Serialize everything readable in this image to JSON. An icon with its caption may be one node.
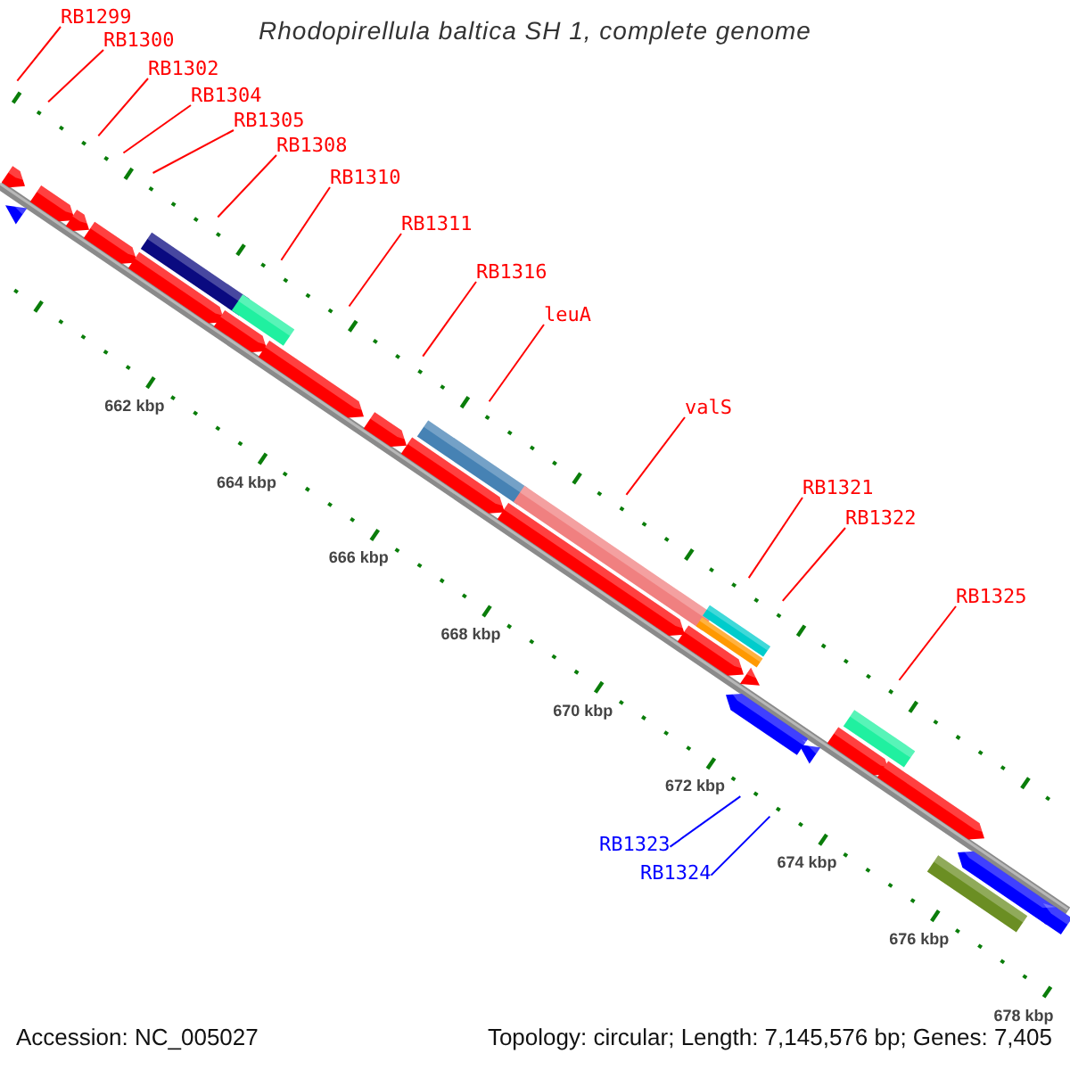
{
  "diagram": {
    "title": "Rhodopirellula baltica SH 1, complete genome",
    "nodes": [
      {
        "text": [
          "RB1299"
        ]
      },
      {
        "text": [
          "RB1300"
        ]
      },
      {
        "text": [
          "RB1302"
        ]
      },
      {
        "text": [
          "RB1304"
        ]
      },
      {
        "text": [
          "RB1305"
        ]
      },
      {
        "text": [
          "RB1308"
        ]
      },
      {
        "text": [
          "RB1310"
        ]
      },
      {
        "text": [
          "RB1311"
        ]
      },
      {
        "text": [
          "RB1316"
        ]
      },
      {
        "text": [
          "leuA"
        ]
      },
      {
        "text": [
          "valS"
        ]
      },
      {
        "text": [
          "RB1321"
        ]
      },
      {
        "text": [
          "RB1322"
        ]
      },
      {
        "text": [
          "RB1325"
        ]
      },
      {
        "text": [
          "RB1323"
        ]
      },
      {
        "text": [
          "RB1324"
        ]
      }
    ],
    "edges": [
      {
        "from": 0,
        "to": null,
        "arrow": "none"
      },
      {
        "from": 1,
        "to": null,
        "arrow": "none"
      },
      {
        "from": 2,
        "to": null,
        "arrow": "none"
      },
      {
        "from": 3,
        "to": null,
        "arrow": "none"
      },
      {
        "from": 4,
        "to": null,
        "arrow": "none"
      },
      {
        "from": 5,
        "to": null,
        "arrow": "none"
      },
      {
        "from": 6,
        "to": null,
        "arrow": "none"
      },
      {
        "from": 7,
        "to": null,
        "arrow": "none"
      },
      {
        "from": 8,
        "to": null,
        "arrow": "none"
      },
      {
        "from": 9,
        "to": null,
        "arrow": "none"
      },
      {
        "from": 10,
        "to": null,
        "arrow": "none"
      },
      {
        "from": 11,
        "to": null,
        "arrow": "none"
      },
      {
        "from": 12,
        "to": null,
        "arrow": "none"
      },
      {
        "from": 13,
        "to": null,
        "arrow": "none"
      },
      {
        "from": 14,
        "to": null,
        "arrow": "none",
        "color": "#0000ff"
      },
      {
        "from": 15,
        "to": null,
        "arrow": "none",
        "color": "#0000ff"
      }
    ],
    "labels": [
      "662 kbp",
      "664 kbp",
      "666 kbp",
      "668 kbp",
      "670 kbp",
      "672 kbp",
      "674 kbp",
      "676 kbp",
      "678 kbp",
      "Accession: NC_005027",
      "Topology: circular; Length: 7,145,576 bp; Genes: 7,405"
    ]
  }
}
